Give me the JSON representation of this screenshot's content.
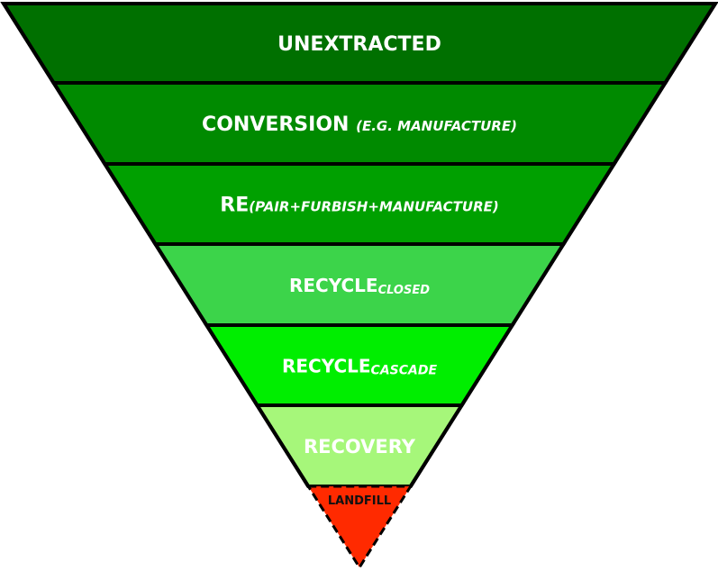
{
  "diagram": {
    "type": "inverted-pyramid",
    "levels": [
      {
        "id": "unextracted",
        "main": "UNEXTRACTED",
        "sub": "",
        "fill": "#007000",
        "text_color": "#ffffff",
        "sub_style": "none"
      },
      {
        "id": "conversion",
        "main": "CONVERSION ",
        "sub": "(E.G. MANUFACTURE)",
        "fill": "#008A00",
        "text_color": "#ffffff",
        "sub_style": "inline"
      },
      {
        "id": "re",
        "main": "RE",
        "sub": "(PAIR+FURBISH+MANUFACTURE)",
        "fill": "#00A000",
        "text_color": "#ffffff",
        "sub_style": "inline"
      },
      {
        "id": "recycle-closed",
        "main": "RECYCLE",
        "sub": "CLOSED",
        "fill": "#3CD44A",
        "text_color": "#ffffff",
        "sub_style": "subscript"
      },
      {
        "id": "recycle-cascade",
        "main": "RECYCLE",
        "sub": "CASCADE",
        "fill": "#00EE00",
        "text_color": "#ffffff",
        "sub_style": "subscript"
      },
      {
        "id": "recovery",
        "main": "RECOVERY",
        "sub": "",
        "fill": "#A6F77A",
        "text_color": "#ffffff",
        "sub_style": "none"
      },
      {
        "id": "landfill",
        "main": "LANDFILL",
        "sub": "",
        "fill": "#FF2A00",
        "text_color": "#111111",
        "sub_style": "none",
        "dashed_border": true
      }
    ]
  }
}
